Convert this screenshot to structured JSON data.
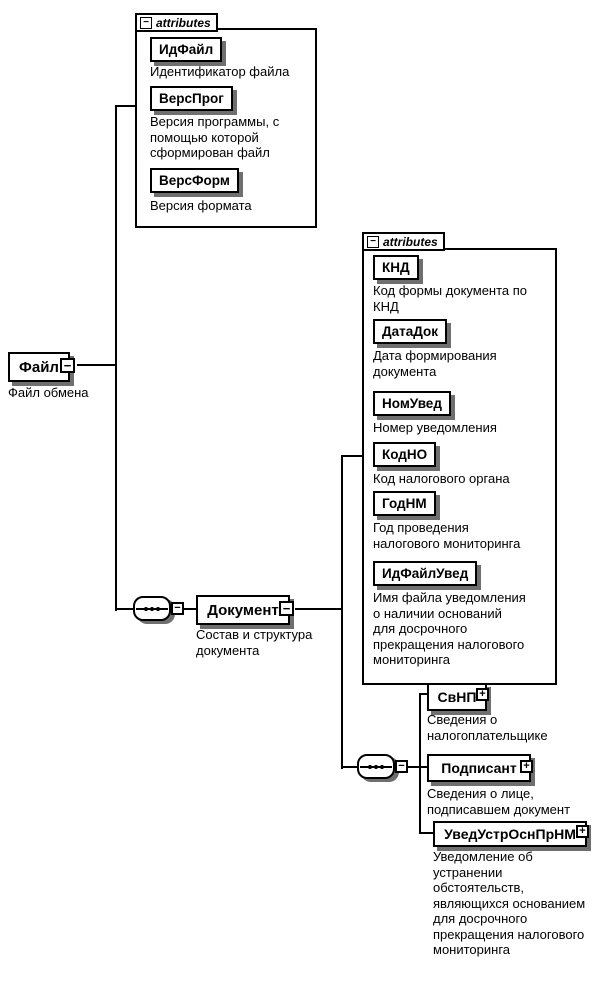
{
  "colors": {
    "line": "#000000",
    "background": "#ffffff",
    "shadow": "#6f6f6f"
  },
  "glyphs": {
    "collapse": "−",
    "expand": "+"
  },
  "root_element": {
    "name": "Файл",
    "desc": [
      "Файл обмена"
    ]
  },
  "file_attributes_panel": {
    "label": "attributes",
    "items": [
      {
        "name": "ИдФайл",
        "desc": [
          "Идентификатор файла"
        ]
      },
      {
        "name": "ВерсПрог",
        "desc": [
          "Версия программы, с",
          "помощью которой",
          "сформирован файл"
        ]
      },
      {
        "name": "ВерсФорм",
        "desc": [
          "Версия формата"
        ]
      }
    ]
  },
  "document_element": {
    "name": "Документ",
    "desc": [
      "Состав и структура",
      "документа"
    ]
  },
  "document_attributes_panel": {
    "label": "attributes",
    "items": [
      {
        "name": "КНД",
        "desc": [
          "Код формы документа по",
          "КНД"
        ]
      },
      {
        "name": "ДатаДок",
        "desc": [
          "Дата формирования",
          "документа"
        ]
      },
      {
        "name": "НомУвед",
        "desc": [
          "Номер уведомления"
        ]
      },
      {
        "name": "КодНО",
        "desc": [
          "Код налогового органа"
        ]
      },
      {
        "name": "ГодНМ",
        "desc": [
          "Год проведения",
          "налогового мониторинга"
        ]
      },
      {
        "name": "ИдФайлУвед",
        "desc": [
          "Имя файла уведомления",
          "о наличии оснований",
          "для досрочного",
          "прекращения налогового",
          "мониторинга"
        ]
      }
    ]
  },
  "child_elements": [
    {
      "name": "СвНП",
      "desc": [
        "Сведения о",
        "налогоплательщике"
      ]
    },
    {
      "name": "Подписант",
      "desc": [
        "Сведения о лице,",
        "подписавшем документ"
      ]
    },
    {
      "name": "УведУстрОснПрНМ",
      "desc": [
        "Уведомление об",
        "устранении",
        "обстоятельств,",
        "являющихся основанием",
        "для досрочного",
        "прекращения налогового",
        "мониторинга"
      ]
    }
  ]
}
